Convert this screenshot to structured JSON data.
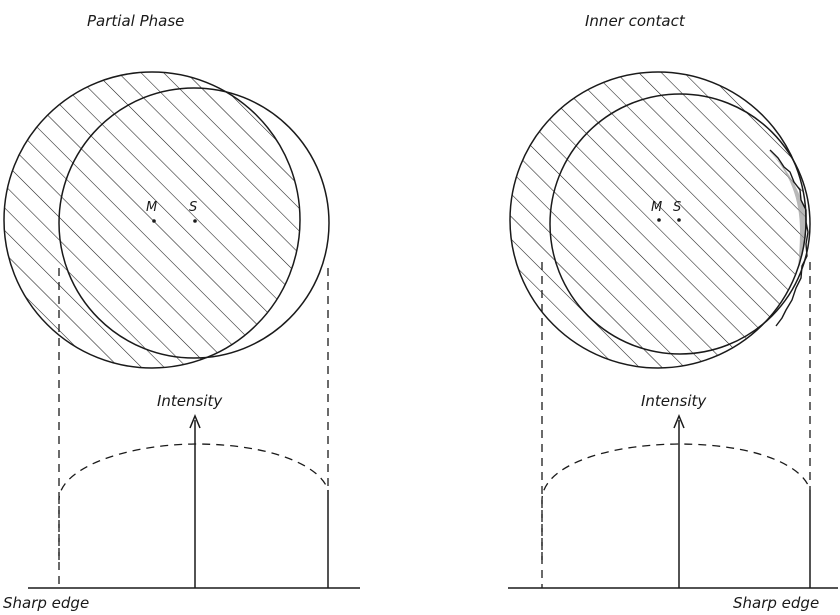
{
  "left_panel": {
    "title": "Partial Phase",
    "moon_label": "M",
    "sun_label": "S",
    "axis_label": "Intensity",
    "edge_label": "Sharp edge"
  },
  "right_panel": {
    "title": "Inner contact",
    "moon_label": "M",
    "sun_label": "S",
    "axis_label": "Intensity",
    "edge_label": "Sharp edge"
  },
  "colors": {
    "ink": "#1a1a1a",
    "shading": "#9a9a9a"
  }
}
